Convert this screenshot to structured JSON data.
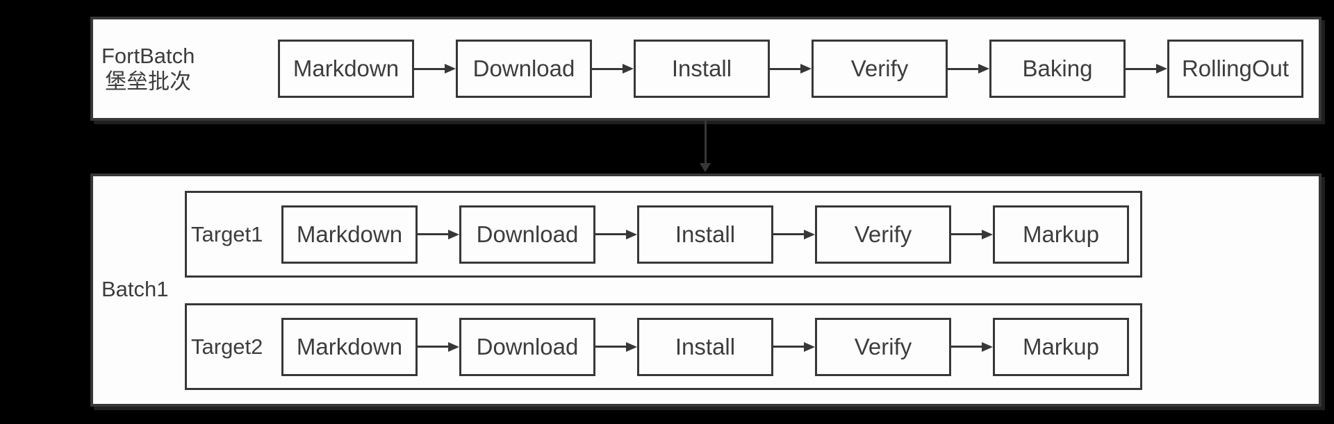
{
  "colors": {
    "background": "#000000",
    "panel_background": "#fdfdfd",
    "line": "#373737",
    "text": "#3d3d3d"
  },
  "icons": {
    "right_arrow": "arrow-right (css triangle)",
    "down_arrow": "arrow-down (css triangle)"
  },
  "fortbatch": {
    "title_en": "FortBatch",
    "title_zh": "堡垒批次",
    "stages": [
      "Markdown",
      "Download",
      "Install",
      "Verify",
      "Baking",
      "RollingOut"
    ]
  },
  "batch": {
    "label": "Batch1",
    "targets": [
      {
        "label": "Target1",
        "stages": [
          "Markdown",
          "Download",
          "Install",
          "Verify",
          "Markup"
        ]
      },
      {
        "label": "Target2",
        "stages": [
          "Markdown",
          "Download",
          "Install",
          "Verify",
          "Markup"
        ]
      }
    ]
  }
}
